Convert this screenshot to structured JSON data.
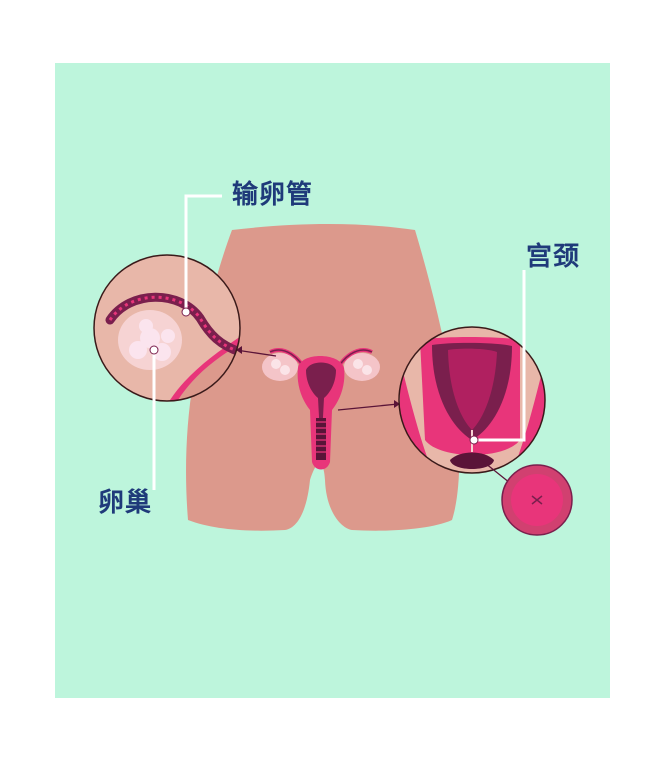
{
  "labels": {
    "fallopian_tube": "输卵管",
    "cervix": "宫颈",
    "ovary": "卵巢"
  },
  "colors": {
    "background_panel": "#bdf5dc",
    "body": "#dc998c",
    "label_text": "#1f3a7a",
    "uterus_pink": "#e8357a",
    "uterus_dark": "#7a1f4d",
    "leader_line": "#ffffff"
  }
}
